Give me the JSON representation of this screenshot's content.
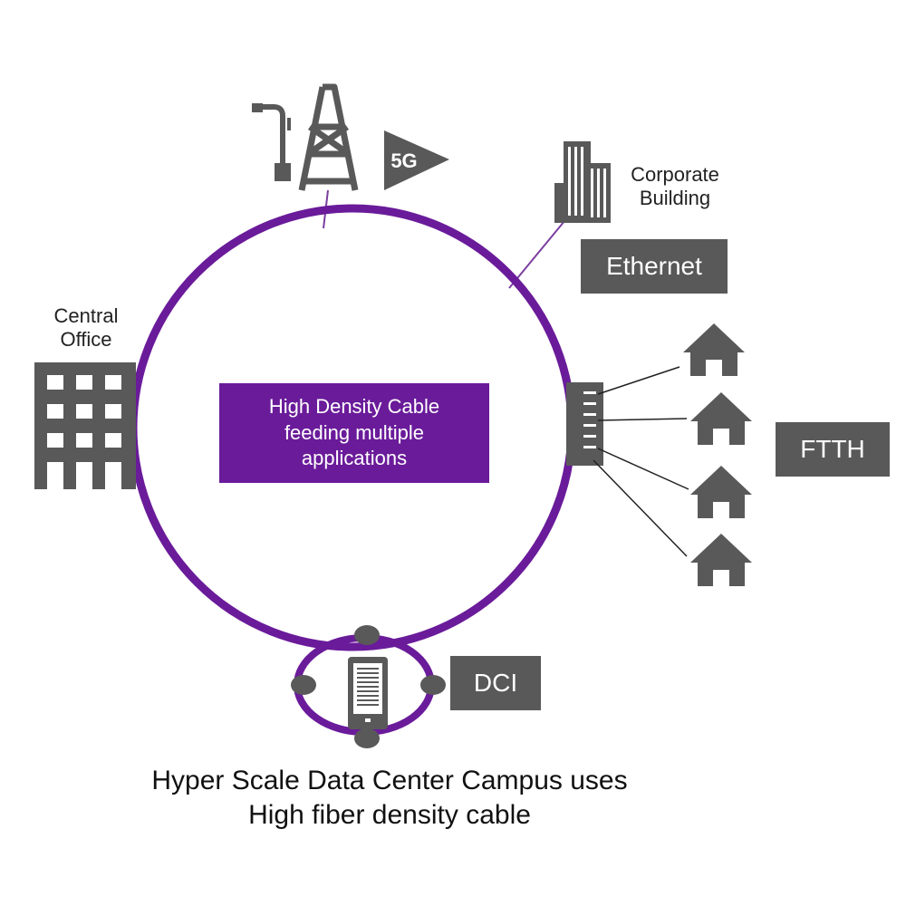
{
  "colors": {
    "ring": "#6a1b9a",
    "icon": "#595959",
    "link": "#222222"
  },
  "ring_label": {
    "line1": "High Density Cable",
    "line2": "feeding multiple",
    "line3": "applications"
  },
  "central_office": {
    "line1": "Central",
    "line2": "Office",
    "icon": "office-building-icon"
  },
  "wireless": {
    "badge": "5G",
    "icons": [
      "street-light-icon",
      "cell-tower-icon",
      "5g-badge-icon"
    ]
  },
  "corporate": {
    "line1": "Corporate",
    "line2": "Building",
    "icon": "skyscraper-icon"
  },
  "ethernet": {
    "label": "Ethernet"
  },
  "ftth": {
    "label": "FTTH",
    "icons": [
      "splitter-icon",
      "house-icon"
    ]
  },
  "dci": {
    "label": "DCI",
    "icon": "server-rack-icon"
  },
  "caption": {
    "line1": "Hyper Scale Data Center Campus uses",
    "line2": "High fiber density cable"
  }
}
